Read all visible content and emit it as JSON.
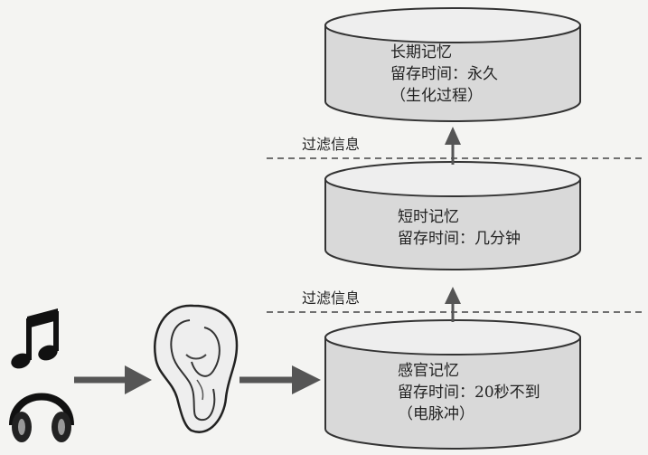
{
  "colors": {
    "cylinder_fill": "#d9d9d9",
    "cylinder_top": "#eeeeee",
    "stroke": "#333333",
    "arrow": "#555555",
    "background": "#f4f4f2"
  },
  "icons": [
    "music-note-icon",
    "headphones-icon",
    "ear-icon"
  ],
  "memory_stages": [
    {
      "title": "长期记忆",
      "duration": "留存时间：永久",
      "note": "（生化过程）"
    },
    {
      "title": "短时记忆",
      "duration": "留存时间：几分钟",
      "note": ""
    },
    {
      "title": "感官记忆",
      "duration": "留存时间：20秒不到",
      "note": "（电脉冲）"
    }
  ],
  "filters": [
    {
      "label": "过滤信息"
    },
    {
      "label": "过滤信息"
    }
  ]
}
